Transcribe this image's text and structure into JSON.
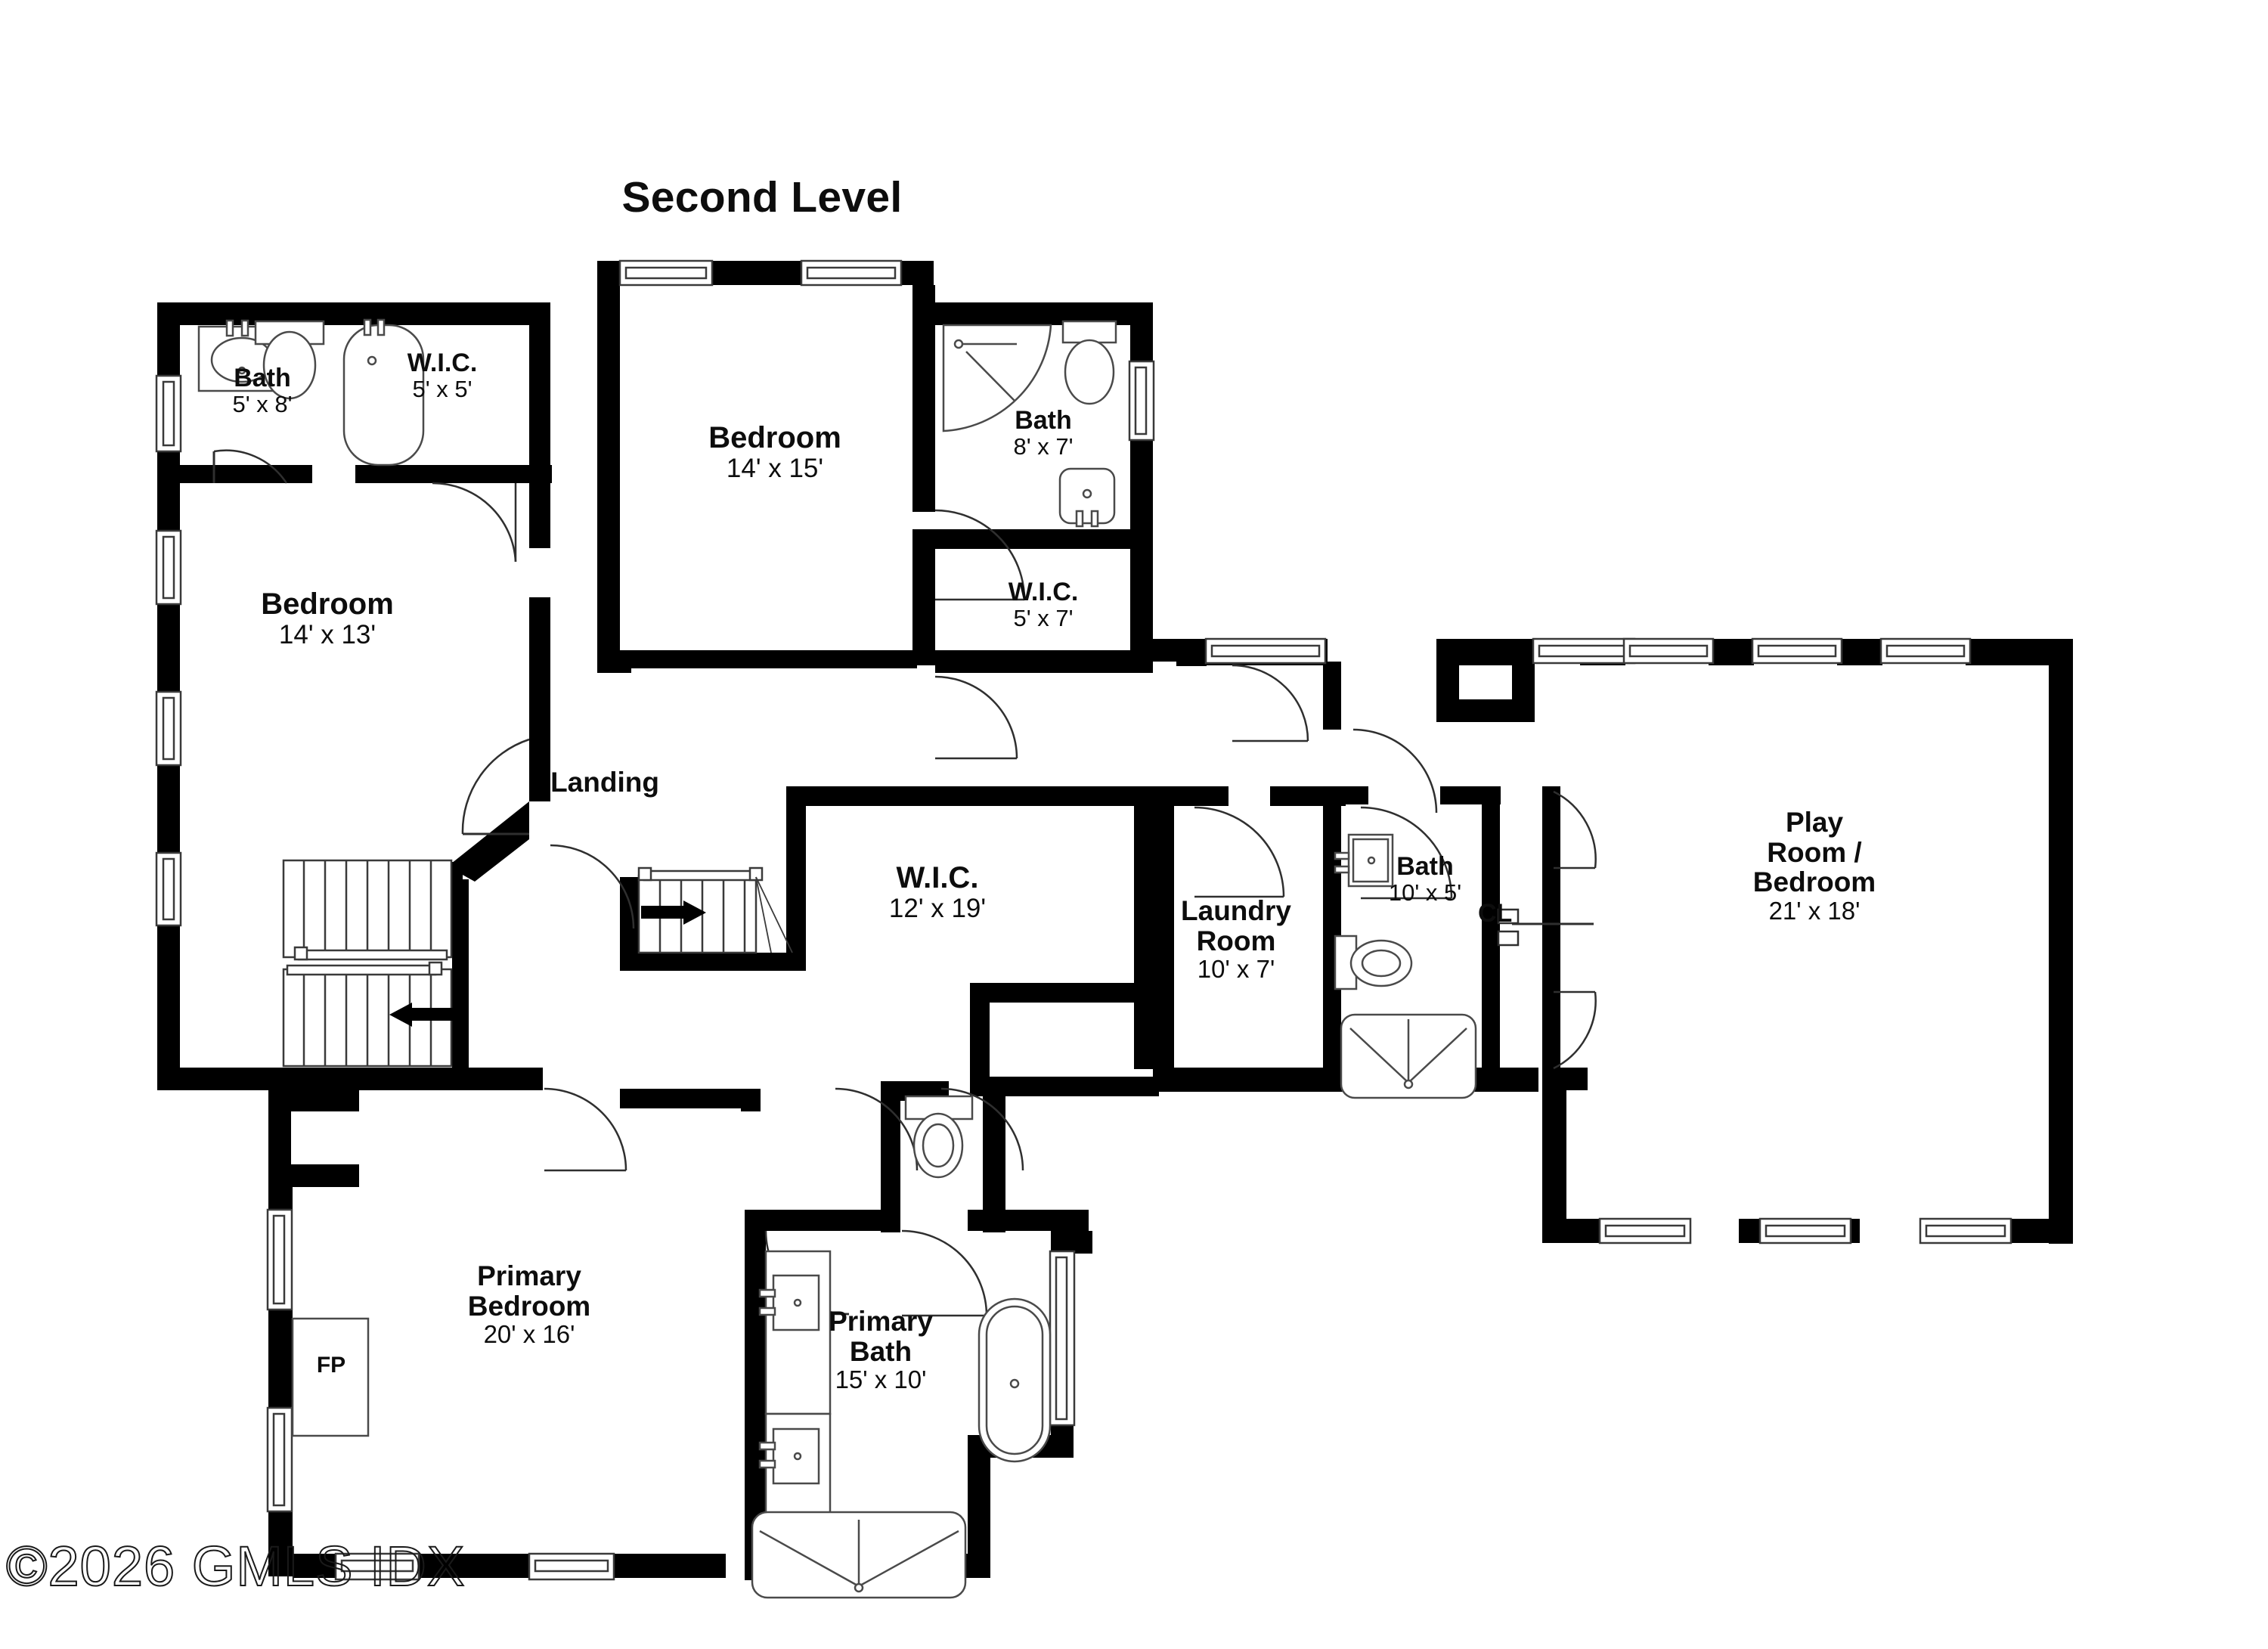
{
  "title": "Second Level",
  "watermark": "©2026 GMLS IDX",
  "rooms": {
    "bath_top_left": {
      "name": "Bath",
      "dim": "5' x 8'"
    },
    "wic_top_left": {
      "name": "W.I.C.",
      "dim": "5' x 5'"
    },
    "bedroom_left": {
      "name": "Bedroom",
      "dim": "14' x 13'"
    },
    "bedroom_top": {
      "name": "Bedroom",
      "dim": "14' x 15'"
    },
    "bath_top_right": {
      "name": "Bath",
      "dim": "8' x 7'"
    },
    "wic_top_right": {
      "name": "W.I.C.",
      "dim": "5' x 7'"
    },
    "landing": {
      "name": "Landing",
      "dim": ""
    },
    "wic_center": {
      "name": "W.I.C.",
      "dim": "12' x 19'"
    },
    "laundry": {
      "name": "Laundry\nRoom",
      "line1": "Laundry",
      "line2": "Room",
      "dim": "10' x 7'"
    },
    "bath_center": {
      "name": "Bath",
      "dim": "10' x 5'"
    },
    "closet": {
      "name": "CL",
      "dim": ""
    },
    "playroom": {
      "line1": "Play",
      "line2": "Room /",
      "line3": "Bedroom",
      "dim": "21' x 18'"
    },
    "primary_bedroom": {
      "line1": "Primary",
      "line2": "Bedroom",
      "dim": "20' x 16'"
    },
    "primary_bath": {
      "line1": "Primary",
      "line2": "Bath",
      "dim": "15' x 10'"
    },
    "fireplace": {
      "name": "FP",
      "dim": ""
    }
  },
  "colors": {
    "wall": "#000000",
    "fixture_stroke": "#4a4a4a",
    "background": "#ffffff",
    "text": "#0d0d0d"
  },
  "annotations": {
    "stair_direction_main": "left-arrow",
    "stair_direction_secondary": "right-arrow"
  }
}
